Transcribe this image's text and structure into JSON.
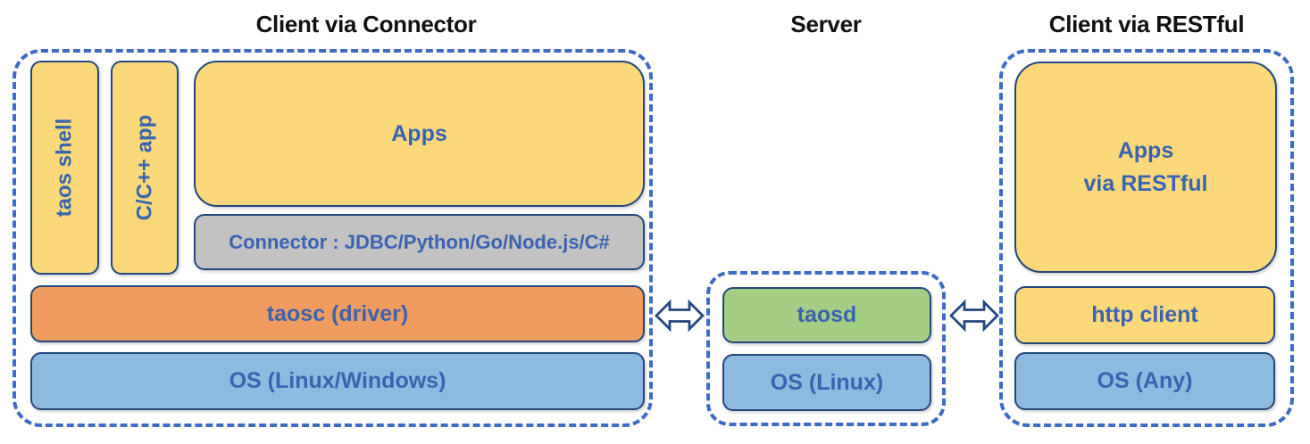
{
  "diagram": {
    "sections": {
      "client_connector": {
        "title": "Client via Connector",
        "taos_shell": "taos shell",
        "cpp_app": "C/C++ app",
        "apps": "Apps",
        "connector": "Connector : JDBC/Python/Go/Node.js/C#",
        "taosc": "taosc (driver)",
        "os": "OS (Linux/Windows)"
      },
      "server": {
        "title": "Server",
        "taosd": "taosd",
        "os": "OS (Linux)"
      },
      "client_restful": {
        "title": "Client via RESTful",
        "apps_line1": "Apps",
        "apps_line2": "via RESTful",
        "http_client": "http client",
        "os": "OS (Any)"
      }
    },
    "icons": {
      "left_link": "double-headed-arrow",
      "right_link": "double-headed-arrow"
    },
    "colors": {
      "dashed_border": "#3E6BC5",
      "box_border": "#24477E",
      "label_blue": "#3A64B0",
      "yellow_fill": "#FBD97B",
      "orange_fill": "#F09B5F",
      "blue_fill": "#8FBAE0",
      "green_fill": "#A3CE83",
      "gray_fill": "#C2C2C3",
      "title_color": "#111111",
      "background": "#FFFFFF"
    }
  }
}
